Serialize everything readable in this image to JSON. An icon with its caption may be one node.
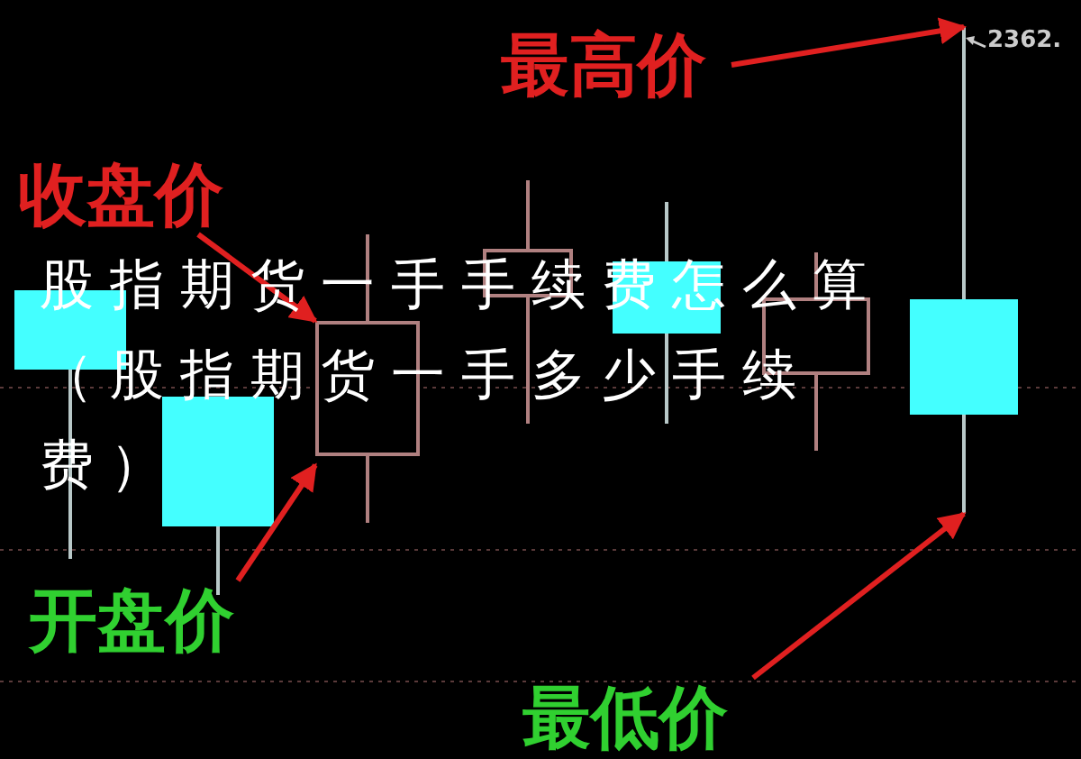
{
  "diagram": {
    "title": "股指期货一手手续费怎么算（股指期货一手多少手续费）",
    "nodes": [
      {
        "text": [
          "最高价"
        ]
      },
      {
        "text": [
          "收盘价"
        ]
      },
      {
        "text": [
          "开盘价"
        ]
      },
      {
        "text": [
          "最低价"
        ]
      },
      {
        "text": [],
        "shape": "bar"
      },
      {
        "text": [],
        "shape": "bar"
      },
      {
        "text": [],
        "shape": "box"
      },
      {
        "text": [],
        "shape": "box"
      },
      {
        "text": [],
        "shape": "bar"
      },
      {
        "text": [],
        "shape": "box"
      },
      {
        "text": [],
        "shape": "bar"
      }
    ],
    "edges": [
      {
        "from": 0,
        "to": 10,
        "arrow": "to"
      },
      {
        "from": 1,
        "to": 6,
        "arrow": "to"
      },
      {
        "from": 2,
        "to": 6,
        "arrow": "to"
      },
      {
        "from": 3,
        "to": 10,
        "arrow": "to"
      }
    ],
    "labels": [
      "2362."
    ]
  }
}
